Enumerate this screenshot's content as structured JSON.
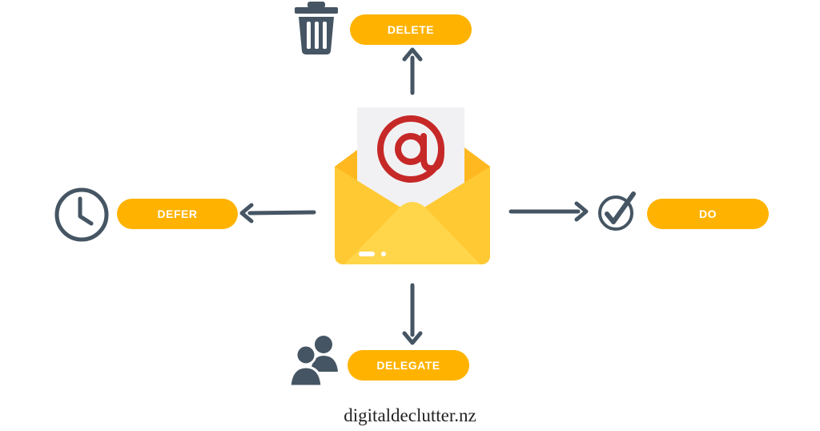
{
  "actions": {
    "delete": "DELETE",
    "defer": "DEFER",
    "do": "DO",
    "delegate": "DELEGATE"
  },
  "footer": {
    "site": "digitaldeclutter.nz"
  },
  "icons": {
    "delete": "trash-can-icon",
    "defer": "clock-icon",
    "do": "check-circle-icon",
    "delegate": "people-icon",
    "center": "envelope-at-icon"
  },
  "colors": {
    "pill": "#FFB300",
    "icon_dark": "#455563",
    "envelope": "#FFC21A",
    "at_sign": "#C62828"
  }
}
